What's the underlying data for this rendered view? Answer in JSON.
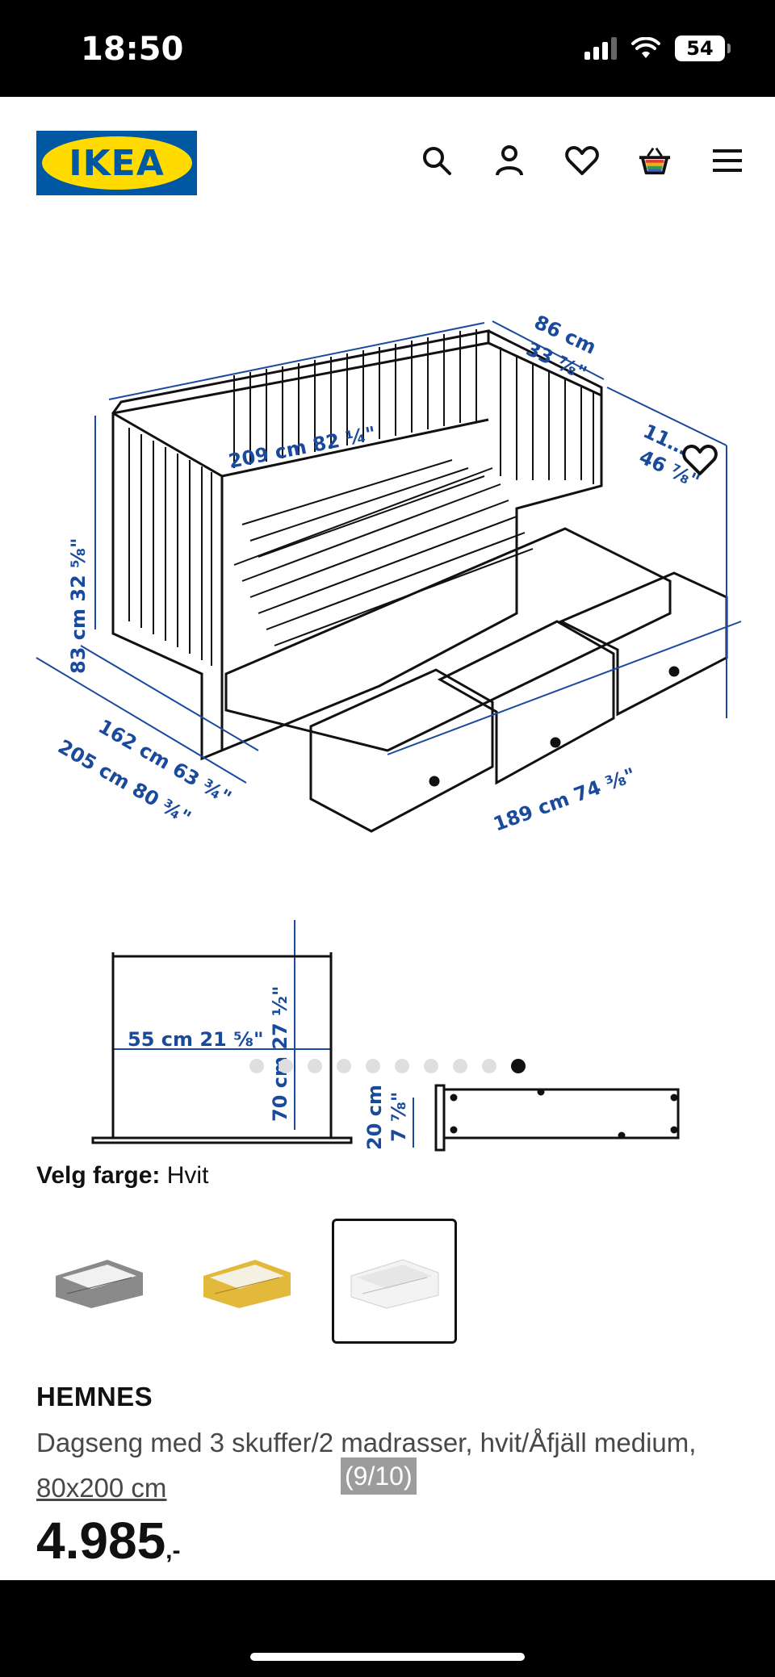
{
  "status_bar": {
    "time": "18:50",
    "battery": "54"
  },
  "header": {
    "logo_text": "IKEA",
    "icons": [
      "search-icon",
      "user-icon",
      "heart-icon",
      "basket-icon",
      "menu-icon"
    ]
  },
  "gallery": {
    "dimensions": {
      "length_top": "209 cm 82 ¼\"",
      "depth_top": "86 cm",
      "depth_top_in": "33 ⅞\"",
      "height_right": "11…",
      "height_right_in": "46 ⅞\"",
      "height_left": "83 cm 32 ⅝\"",
      "width_inner": "162 cm 63 ¾\"",
      "width_outer": "205 cm 80 ¾\"",
      "length_bottom": "189 cm 74 ⅜\"",
      "side_width": "55 cm 21 ⅝\"",
      "side_height": "70 cm 27 ½\"",
      "drawer_height": "20 cm",
      "drawer_height_in": "7 ⅞\""
    },
    "dot_count": 10,
    "active_dot": 10
  },
  "colors": {
    "label": "Velg farge:",
    "selected": "Hvit",
    "options": [
      "grey",
      "yellow",
      "white"
    ],
    "selected_index": 2
  },
  "product": {
    "name": "HEMNES",
    "description": "Dagseng med 3 skuffer/2 madrasser, hvit/Åfjäll medium,",
    "size_link": "80x200 cm",
    "price": "4.985",
    "price_suffix": ",-"
  },
  "overlay": {
    "page_indicator": "(9/10)"
  },
  "palette": {
    "ikea_blue": "#0058a3",
    "ikea_yellow": "#ffdb00",
    "dim_blue": "#1a4a9c"
  }
}
